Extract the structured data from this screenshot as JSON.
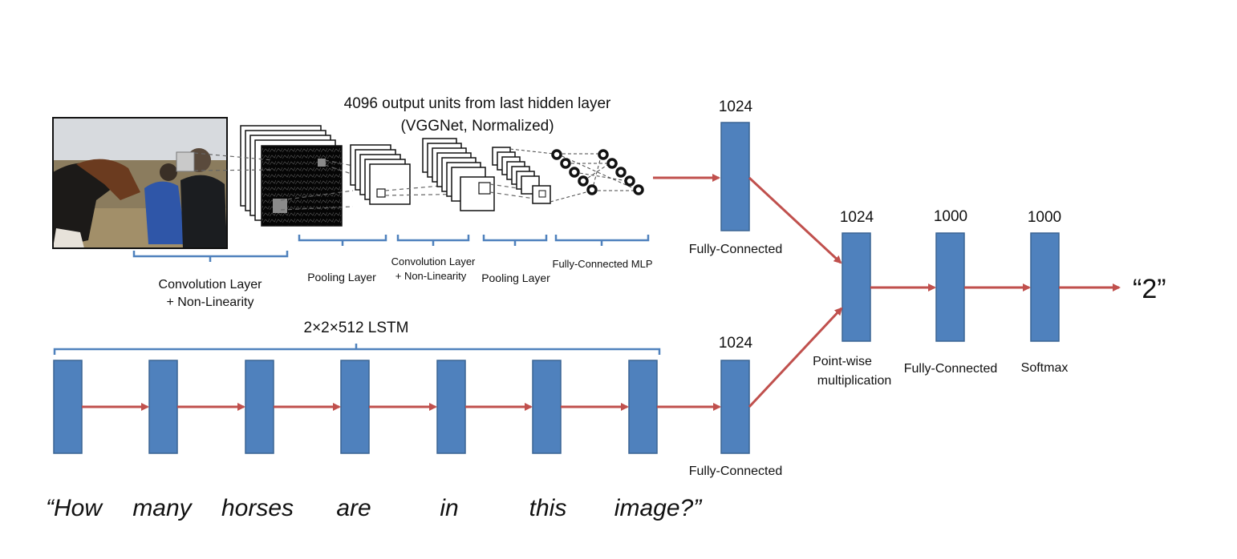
{
  "colors": {
    "box_fill": "#4f81bd",
    "box_stroke": "#3a6494",
    "arrow": "#c0504d",
    "bracket": "#4f81bd",
    "text": "#111111"
  },
  "cnn": {
    "header_line1": "4096 output  units from last hidden layer",
    "header_line2": "(VGGNet, Normalized)",
    "photo_icon": "photo-of-people-with-horses",
    "stages": {
      "conv1_line1": "Convolution Layer",
      "conv1_line2": "+ Non-Linearity",
      "pool1": "Pooling Layer",
      "conv2_line1": "Convolution Layer",
      "conv2_line2": "+ Non-Linearity",
      "pool2": "Pooling  Layer",
      "mlp": "Fully-Connected MLP"
    }
  },
  "lstm": {
    "label": "2×2×512 LSTM",
    "words": [
      "“How",
      "many",
      "horses",
      "are",
      "in",
      "this",
      "image?”"
    ]
  },
  "fc_image": {
    "units": "1024",
    "label": "Fully-Connected"
  },
  "fc_question": {
    "units": "1024",
    "label": "Fully-Connected"
  },
  "pointwise": {
    "units": "1024",
    "label_line1": "Point-wise",
    "label_line2": "multiplication"
  },
  "fc_final": {
    "units": "1000",
    "label": "Fully-Connected"
  },
  "softmax": {
    "units": "1000",
    "label": "Softmax"
  },
  "output": "“2”"
}
